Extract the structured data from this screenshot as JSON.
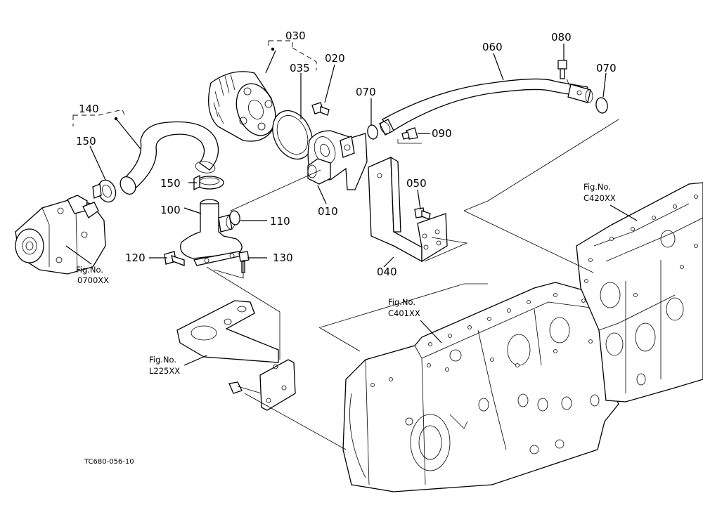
{
  "parts": [
    {
      "id": "030",
      "label": "030"
    },
    {
      "id": "020",
      "label": "020"
    },
    {
      "id": "035",
      "label": "035"
    },
    {
      "id": "060",
      "label": "060"
    },
    {
      "id": "080",
      "label": "080"
    },
    {
      "id": "070a",
      "label": "070"
    },
    {
      "id": "070b",
      "label": "070"
    },
    {
      "id": "090",
      "label": "090"
    },
    {
      "id": "140",
      "label": "140"
    },
    {
      "id": "150a",
      "label": "150"
    },
    {
      "id": "150b",
      "label": "150"
    },
    {
      "id": "100",
      "label": "100"
    },
    {
      "id": "110",
      "label": "110"
    },
    {
      "id": "010",
      "label": "010"
    },
    {
      "id": "050",
      "label": "050"
    },
    {
      "id": "040",
      "label": "040"
    },
    {
      "id": "120",
      "label": "120"
    },
    {
      "id": "130",
      "label": "130"
    }
  ],
  "figure_refs": [
    {
      "title": "Fig.No.",
      "code": "0700XX"
    },
    {
      "title": "Fig.No.",
      "code": "C420XX"
    },
    {
      "title": "Fig.No.",
      "code": "C401XX"
    },
    {
      "title": "Fig.No.",
      "code": "L225XX"
    }
  ],
  "drawing_code": "TC680-056-10"
}
